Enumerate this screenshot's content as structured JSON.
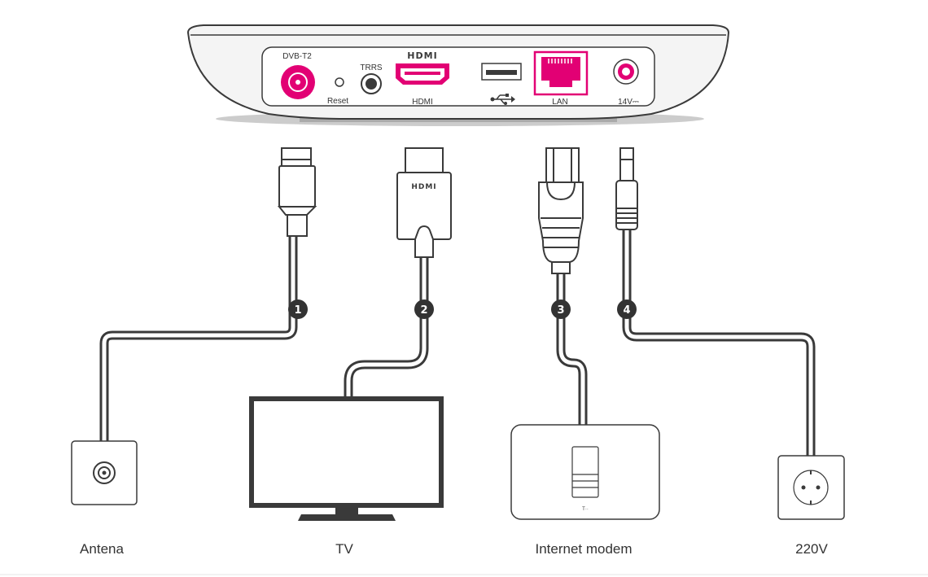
{
  "box": {
    "ports": {
      "dvb": "DVB-T2",
      "reset": "Reset",
      "trrs": "TRRS",
      "hdmi_logo": "HDMI",
      "hdmi": "HDMI",
      "lan": "LAN",
      "power": "14V⎓"
    }
  },
  "plugs": {
    "hdmi_logo": "HDMI"
  },
  "steps": [
    "1",
    "2",
    "3",
    "4"
  ],
  "devices": {
    "antenna": "Antena",
    "tv": "TV",
    "modem": "Internet modem",
    "power": "220V",
    "modem_logo": "T··"
  },
  "colors": {
    "accent": "#e20074",
    "line": "#3a3a3a",
    "box_fill": "#f4f4f4",
    "shadow": "#cccccc"
  }
}
